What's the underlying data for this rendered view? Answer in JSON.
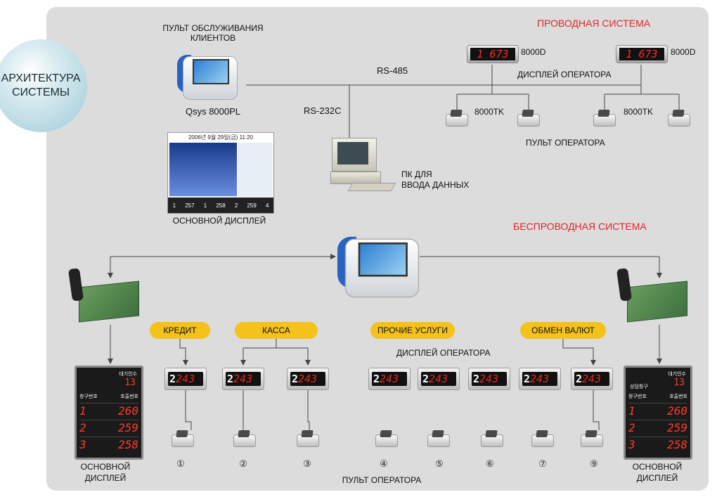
{
  "title": "АРХИТЕКТУРА\nСИСТЕМЫ",
  "wired_system": "ПРОВОДНАЯ СИСТЕМА",
  "wireless_system": "БЕСПРОВОДНАЯ СИСТЕМА",
  "kiosk_label": "ПУЛЬТ ОБСЛУЖИВАНИЯ\nКЛИЕНТОВ",
  "kiosk_model": "Qsys 8000PL",
  "rs485": "RS-485",
  "rs232c": "RS-232C",
  "op_display_model": "8000D",
  "op_display_digits": "1 673",
  "operator_display": "ДИСПЛЕЙ ОПЕРАТОРА",
  "keypad_model": "8000TK",
  "operator_panel": "ПУЛЬТ ОПЕРАТОРА",
  "pc_label": "ПК ДЛЯ\nВВОДА ДАННЫХ",
  "main_display": "ОСНОВНОЙ ДИСПЛЕЙ",
  "main_display_split": "ОСНОВНОЙ\nДИСПЛЕЙ",
  "screen": {
    "date": "2006년 9월 29일(금) 11:20",
    "foot": [
      "1",
      "257",
      "1",
      "258",
      "2",
      "259",
      "4"
    ]
  },
  "groups": [
    {
      "label": "КРЕДИТ"
    },
    {
      "label": "КАССА"
    },
    {
      "label": "ПРОЧИЕ УСЛУГИ"
    },
    {
      "label": "ОБМЕН ВАЛЮТ"
    }
  ],
  "counter": {
    "window": "2",
    "number": "243"
  },
  "desk_numbers": [
    "①",
    "②",
    "③",
    "④",
    "⑤",
    "⑥",
    "⑦",
    "⑨"
  ],
  "board_left": {
    "waiting_label": "대기인수",
    "waiting": "13",
    "col_window": "창구번호",
    "col_call": "호출번호",
    "rows": [
      [
        "1",
        "260"
      ],
      [
        "2",
        "259"
      ],
      [
        "3",
        "258"
      ]
    ]
  },
  "board_right": {
    "counter_label": "상담창구",
    "waiting_label": "대기인수",
    "waiting": "13",
    "col_window": "창구번호",
    "col_call": "호출번호",
    "rows": [
      [
        "1",
        "260"
      ],
      [
        "2",
        "259"
      ],
      [
        "3",
        "258"
      ]
    ]
  },
  "colors": {
    "accent_red": "#e0262b",
    "pill": "#f4c21a",
    "panel": "#dcdcdc"
  }
}
